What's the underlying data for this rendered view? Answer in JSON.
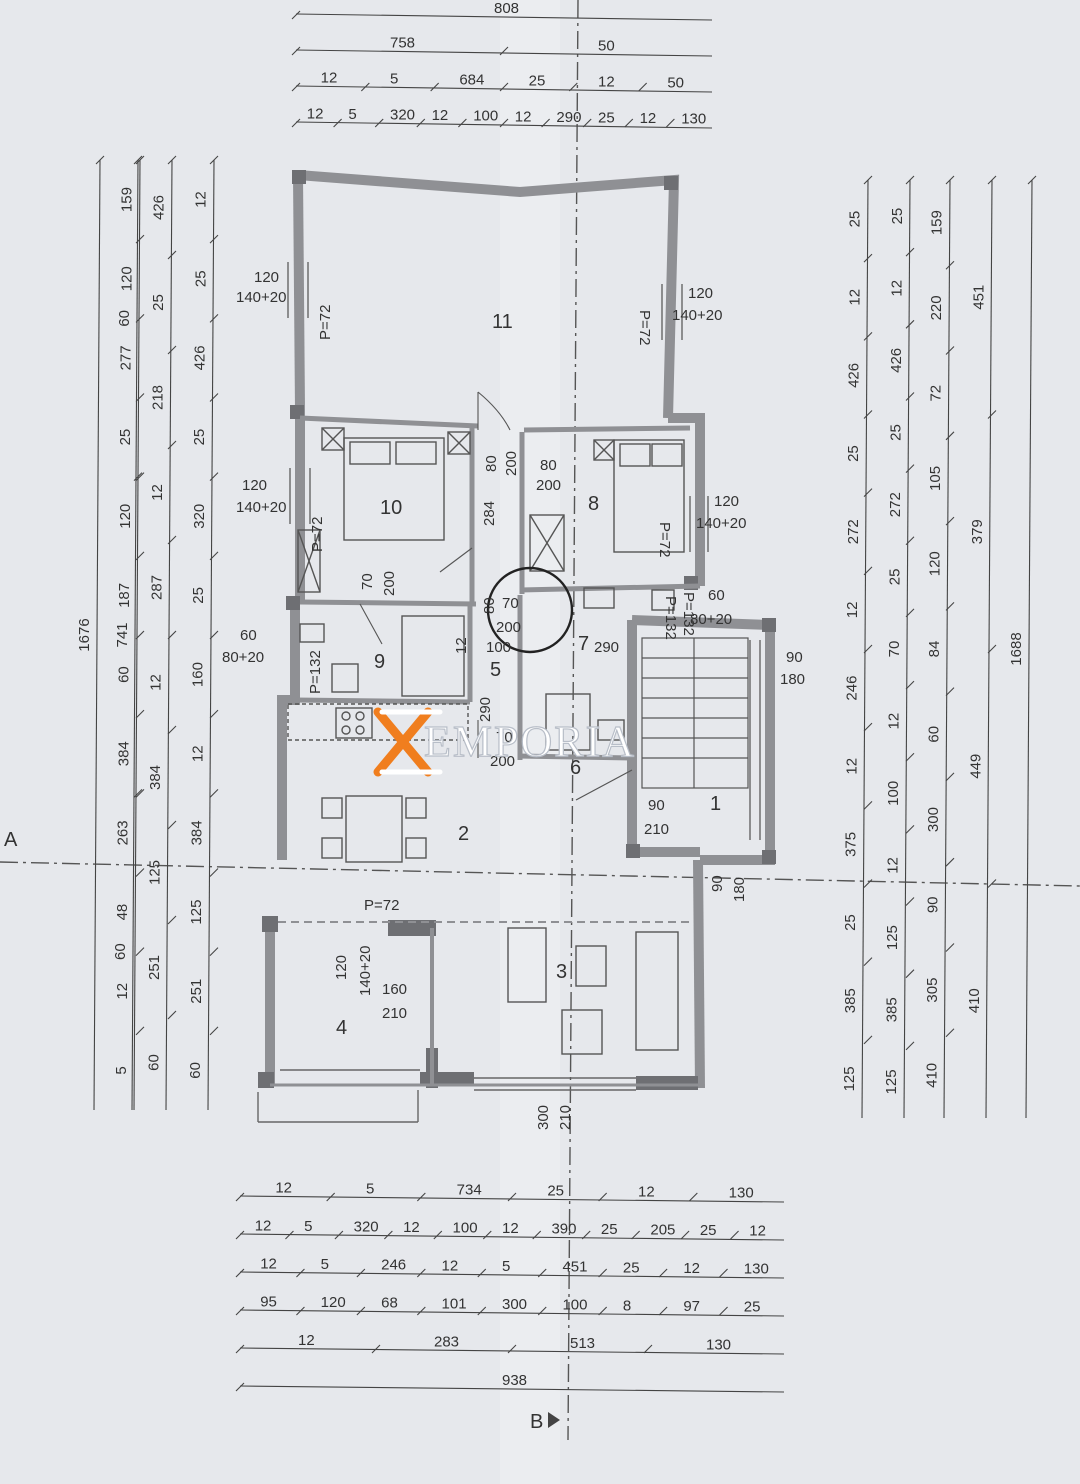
{
  "brand": {
    "name": "EMPORIA",
    "accent": "#f07e1e"
  },
  "colors": {
    "paper": "#e6e8ec",
    "ink": "#3a3a3a",
    "wall": "#8f9094"
  },
  "section_markers": {
    "a": "A",
    "b": "B"
  },
  "rooms": [
    {
      "id": "11",
      "label": "11"
    },
    {
      "id": "10",
      "label": "10"
    },
    {
      "id": "8",
      "label": "8"
    },
    {
      "id": "9",
      "label": "9"
    },
    {
      "id": "7",
      "label": "7"
    },
    {
      "id": "6",
      "label": "6"
    },
    {
      "id": "5",
      "label": "5"
    },
    {
      "id": "2",
      "label": "2"
    },
    {
      "id": "1",
      "label": "1"
    },
    {
      "id": "3",
      "label": "3"
    },
    {
      "id": "4",
      "label": "4"
    }
  ],
  "annotations": [
    "120",
    "140+20",
    "P=72",
    "120",
    "140+20",
    "P=72",
    "120",
    "140+20",
    "P=72",
    "80",
    "200",
    "284",
    "80",
    "200",
    "120",
    "140+20",
    "P=72",
    "70",
    "200",
    "70",
    "200",
    "80",
    "12",
    "100",
    "290",
    "P=132",
    "60",
    "80+20",
    "60",
    "80+20",
    "P=132",
    "P=132",
    "90",
    "180",
    "290",
    "70",
    "200",
    "90",
    "210",
    "90",
    "180",
    "P=72",
    "120",
    "140+20",
    "160",
    "210",
    "300",
    "210"
  ],
  "top_dims": [
    [
      "808"
    ],
    [
      "758",
      "50"
    ],
    [
      "12",
      "5",
      "684",
      "25",
      "12",
      "50"
    ],
    [
      "12",
      "5",
      "320",
      "12",
      "100",
      "12",
      "290",
      "25",
      "12",
      "130"
    ]
  ],
  "bottom_dims": [
    [
      "12",
      "5",
      "734",
      "25",
      "12",
      "130"
    ],
    [
      "12",
      "5",
      "320",
      "12",
      "100",
      "12",
      "390",
      "25",
      "205",
      "25",
      "12"
    ],
    [
      "12",
      "5",
      "246",
      "12",
      "5",
      "451",
      "25",
      "12",
      "130"
    ],
    [
      "95",
      "120",
      "68",
      "101",
      "300",
      "100",
      "8",
      "97",
      "25"
    ],
    [
      "12",
      "283",
      "513",
      "130"
    ],
    [
      "938"
    ]
  ],
  "left_dims": [
    [
      "1676"
    ],
    [
      "60",
      "741",
      "60"
    ],
    [
      "159",
      "120",
      "277",
      "25",
      "120",
      "187",
      "60",
      "384",
      "263",
      "48",
      "12",
      "5"
    ],
    [
      "426",
      "25",
      "218",
      "12",
      "287",
      "12",
      "384",
      "125",
      "251",
      "60"
    ],
    [
      "12",
      "25",
      "426",
      "25",
      "320",
      "25",
      "160",
      "12",
      "384",
      "125",
      "251",
      "60"
    ]
  ],
  "right_dims": [
    [
      "25",
      "12",
      "426",
      "25",
      "272",
      "12",
      "246",
      "12",
      "375",
      "25",
      "385",
      "125"
    ],
    [
      "25",
      "12",
      "426",
      "25",
      "272",
      "25",
      "70",
      "12",
      "100",
      "12",
      "125",
      "385",
      "125"
    ],
    [
      "159",
      "220",
      "72",
      "105",
      "120",
      "84",
      "60",
      "300",
      "90",
      "305",
      "410"
    ],
    [
      "451",
      "379",
      "449",
      "410"
    ],
    [
      "1688"
    ]
  ]
}
